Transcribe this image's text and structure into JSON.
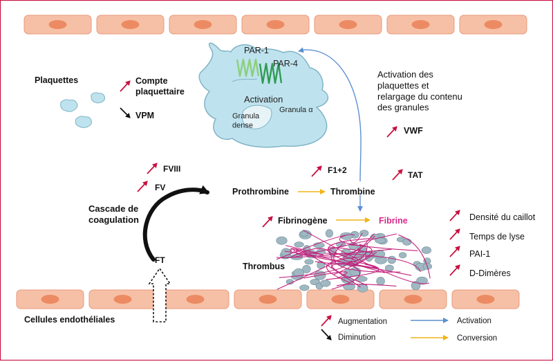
{
  "colors": {
    "frame": "#c8103f",
    "cell_fill": "#f6c0a6",
    "cell_stroke": "#e89a7c",
    "nucleus": "#ec8b63",
    "platelet_fill": "#bfe3ee",
    "platelet_stroke": "#7fb3c6",
    "receptor_par1": "#8ccf7c",
    "receptor_par4": "#2f9b52",
    "up_arrow": "#c8103f",
    "down_arrow": "#111111",
    "activation_arrow": "#5b8fd0",
    "conversion_arrow": "#f2b318",
    "fibrine_text": "#d62a8a",
    "fibrin_strands": "#c2217c",
    "thrombus_cells": "#9fb8c2"
  },
  "platelets_panel": {
    "title": "Plaquettes",
    "compte": "Compte\nplaquettaire",
    "vpm": "VPM"
  },
  "activated_platelet": {
    "par1": "PAR-1",
    "par4": "PAR-4",
    "activation": "Activation",
    "granula_dense": "Granula\ndense",
    "granula_alpha": "Granula α"
  },
  "activation_text": "Activation des\nplaquettes et\nrelargage du contenu\ndes granules",
  "markers": {
    "vwf": "VWF",
    "f12": "F1+2",
    "tat": "TAT",
    "fviii": "FVIII",
    "fv": "FV"
  },
  "cascade": {
    "label": "Cascade de\ncoagulation",
    "ft": "FT"
  },
  "conversions": {
    "prothrombine": "Prothrombine",
    "thrombine": "Thrombine",
    "fibrinogene": "Fibrinogène",
    "fibrine": "Fibrine"
  },
  "thrombus": {
    "label": "Thrombus",
    "measures": [
      "Densité du caillot",
      "Temps de lyse",
      "PAI-1",
      "D-Dimères"
    ]
  },
  "endothelium_label": "Cellules endothéliales",
  "legend": {
    "augmentation": "Augmentation",
    "diminution": "Diminution",
    "activation": "Activation",
    "conversion": "Conversion"
  }
}
